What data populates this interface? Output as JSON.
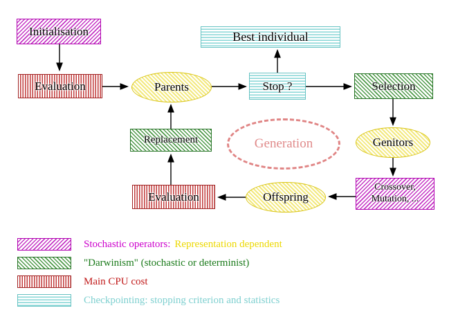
{
  "nodes": {
    "initialisation": {
      "label": "Initialisation"
    },
    "best_individual": {
      "label": "Best individual"
    },
    "evaluation_top": {
      "label": "Evaluation"
    },
    "parents": {
      "label": "Parents"
    },
    "stop": {
      "label": "Stop ?"
    },
    "selection": {
      "label": "Selection"
    },
    "replacement": {
      "label": "Replacement"
    },
    "generation": {
      "label": "Generation"
    },
    "genitors": {
      "label": "Genitors"
    },
    "crossover": {
      "label_line1": "Crossover,",
      "label_line2": "Mutation, ..."
    },
    "offspring": {
      "label": "Offspring"
    },
    "evaluation_bottom": {
      "label": "Evaluation"
    }
  },
  "legend": {
    "items": [
      {
        "swatch": "magenta-hatch",
        "text_primary": "Stochastic operators:",
        "text_secondary": "Representation dependent"
      },
      {
        "swatch": "green-hatch",
        "text_primary": "\"Darwinism\" (stochastic or determinist)"
      },
      {
        "swatch": "red-stripes",
        "text_primary": "Main CPU cost"
      },
      {
        "swatch": "cyan-stripes",
        "text_primary": "Checkpointing: stopping criterion and statistics"
      }
    ]
  },
  "colors": {
    "magenta": "#c433c4",
    "green": "#3d8c3d",
    "red": "#c03a3a",
    "cyan": "#86d6d6",
    "yellow_fill": "#f3e97e",
    "yellow_text": "#ecd800",
    "salmon": "#e08a8a",
    "arrow": "#000000"
  }
}
